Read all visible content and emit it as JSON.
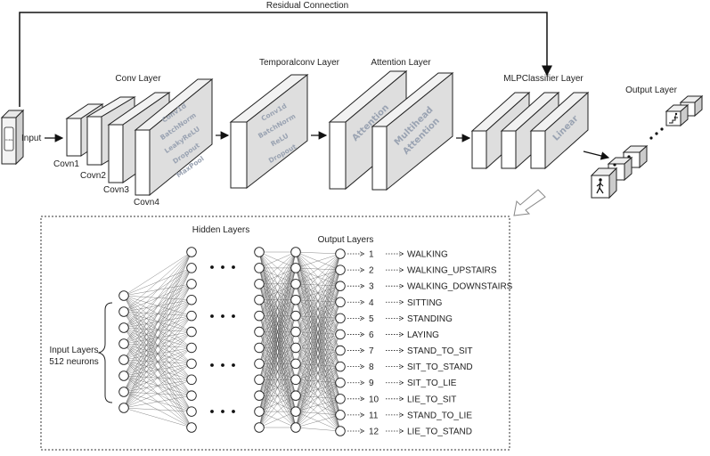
{
  "residual_label": "Residual Connection",
  "input_label": "Input",
  "phone_text": "mobile",
  "conv": {
    "title": "Conv Layer",
    "layers": [
      "Covn1",
      "Covn2",
      "Covn3",
      "Covn4"
    ],
    "ops": [
      "Conv1d",
      "BatchNorm",
      "LeakyReLU",
      "Dropout",
      "MaxPool"
    ]
  },
  "temporal": {
    "title": "Temporalconv Layer",
    "ops": [
      "Conv1d",
      "BatchNorm",
      "ReLU",
      "Dropout"
    ]
  },
  "attention": {
    "title": "Attention Layer",
    "blocks": [
      "Attention",
      "Multihead",
      "Attention"
    ]
  },
  "mlp": {
    "title": "MLPClassifier Layer",
    "block": "Linear"
  },
  "output_layer_title": "Output Layer",
  "network": {
    "hidden_title": "Hidden Layers",
    "output_title": "Output Layers",
    "input_title": "Input Layers",
    "input_neurons": "512 neurons",
    "classes": [
      {
        "num": "1",
        "name": "WALKING"
      },
      {
        "num": "2",
        "name": "WALKING_UPSTAIRS"
      },
      {
        "num": "3",
        "name": "WALKING_DOWNSTAIRS"
      },
      {
        "num": "4",
        "name": "SITTING"
      },
      {
        "num": "5",
        "name": "STANDING"
      },
      {
        "num": "6",
        "name": "LAYING"
      },
      {
        "num": "7",
        "name": "STAND_TO_SIT"
      },
      {
        "num": "8",
        "name": "SIT_TO_STAND"
      },
      {
        "num": "9",
        "name": "SIT_TO_LIE"
      },
      {
        "num": "10",
        "name": "LIE_TO_SIT"
      },
      {
        "num": "11",
        "name": "STAND_TO_LIE"
      },
      {
        "num": "12",
        "name": "LIE_TO_STAND"
      }
    ]
  }
}
